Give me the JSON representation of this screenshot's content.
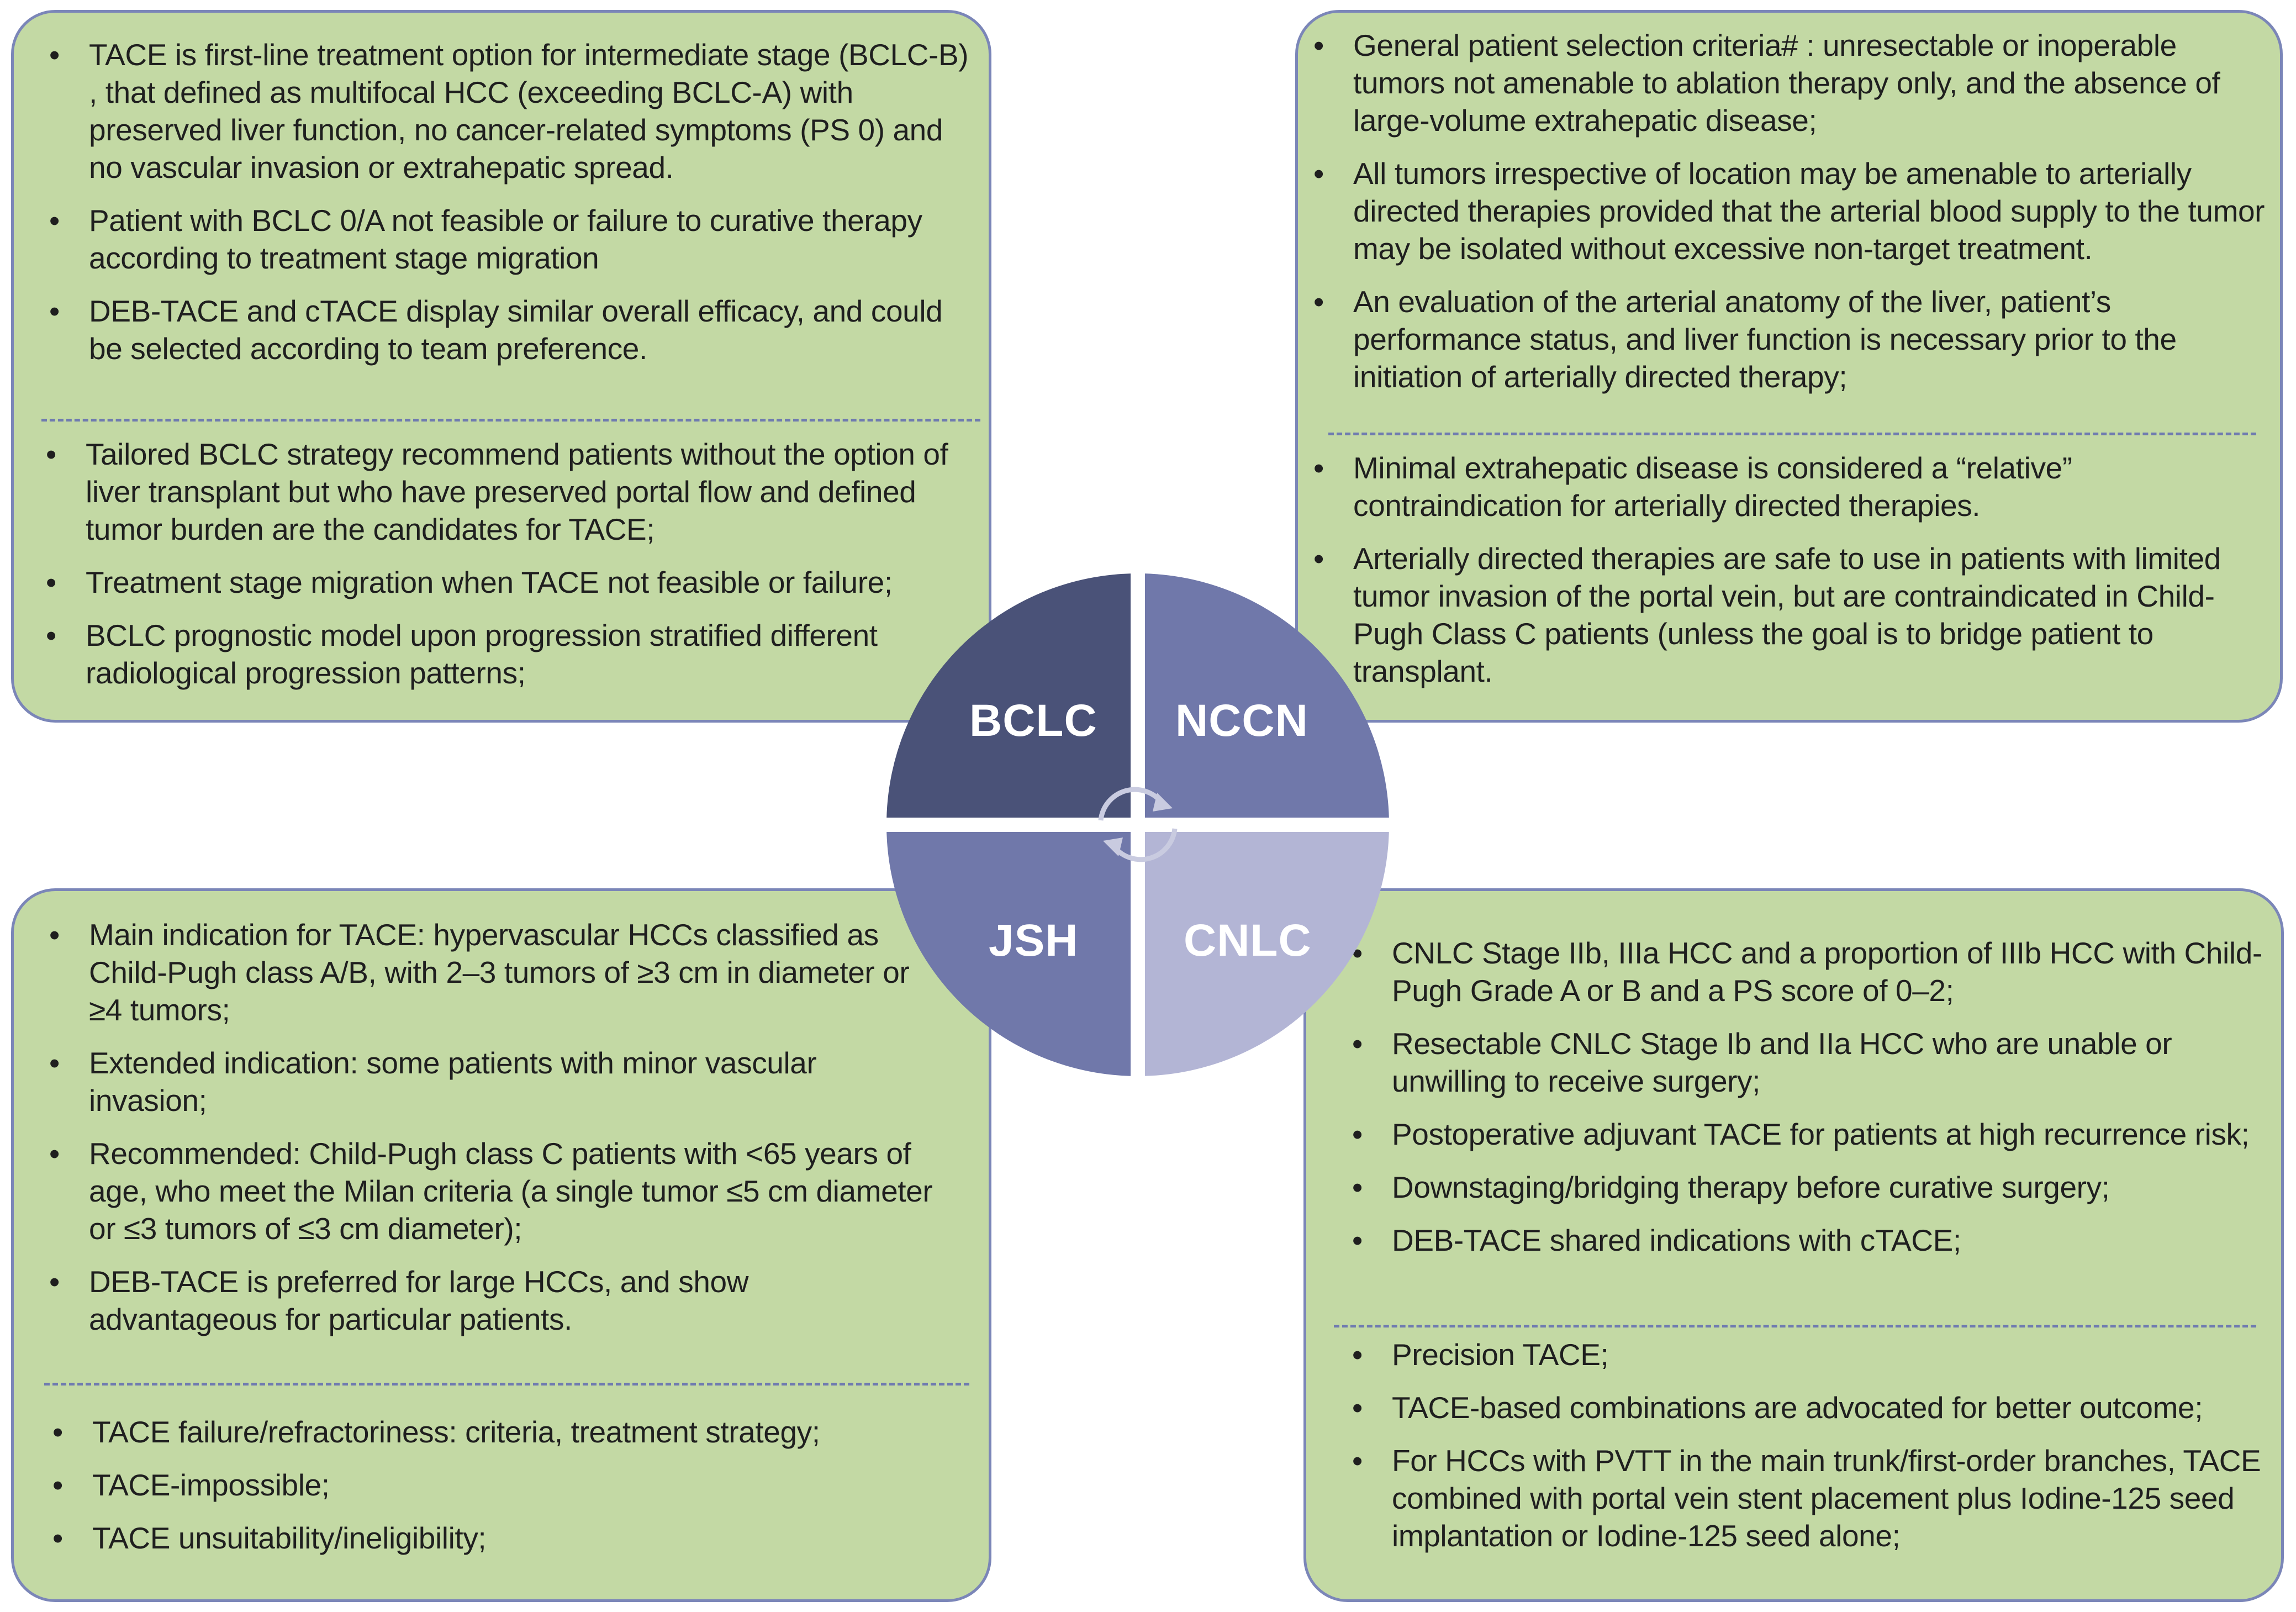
{
  "hub": {
    "quadrants": {
      "bclc": "BCLC",
      "nccn": "NCCN",
      "jsh": "JSH",
      "cnlc": "CNLC"
    },
    "icon": "cycle-arrows-icon"
  },
  "panels": {
    "bclc": {
      "upper": [
        "TACE is first-line treatment option for intermediate stage (BCLC-B) , that defined as multifocal HCC (exceeding BCLC-A) with preserved liver function, no cancer-related symptoms (PS 0) and no vascular invasion or extrahepatic spread.",
        "Patient with BCLC 0/A not feasible or failure to curative therapy according to treatment stage migration",
        "DEB-TACE and cTACE display similar overall efficacy, and could be selected according to team preference."
      ],
      "lower": [
        "Tailored BCLC strategy recommend patients without the option of liver transplant but who have preserved portal flow and defined tumor burden are the candidates for TACE;",
        "Treatment stage migration when TACE not feasible or failure;",
        "BCLC prognostic model upon progression stratified different radiological progression patterns;"
      ]
    },
    "nccn": {
      "upper": [
        "General patient selection criteria# : unresectable or inoperable tumors not amenable to ablation therapy only, and the absence of large-volume extrahepatic disease;",
        "All tumors irrespective of location may be amenable to arterially directed therapies provided that the arterial blood supply to the tumor may be isolated without excessive non-target treatment.",
        "An evaluation of the arterial anatomy of the liver, patient’s performance status, and liver function is necessary prior to the initiation of arterially directed therapy;"
      ],
      "lower": [
        "Minimal extrahepatic disease is considered a “relative” contraindication for arterially directed therapies.",
        "Arterially directed therapies are safe to use in patients with limited tumor invasion of the portal vein, but are contraindicated in Child-Pugh Class C patients (unless the goal is to bridge patient to transplant."
      ]
    },
    "jsh": {
      "upper": [
        "Main indication for TACE: hypervascular HCCs classified as Child-Pugh class A/B, with 2–3 tumors of ≥3 cm in diameter or ≥4 tumors;",
        "Extended indication: some patients with minor vascular invasion;",
        "Recommended: Child-Pugh class C patients with <65 years of age, who meet the Milan criteria (a single tumor ≤5 cm diameter or ≤3 tumors of ≤3 cm diameter);",
        "DEB-TACE is preferred for large HCCs, and show advantageous for particular patients."
      ],
      "lower": [
        "TACE failure/refractoriness: criteria, treatment strategy;",
        "TACE-impossible;",
        "TACE unsuitability/ineligibility;"
      ]
    },
    "cnlc": {
      "upper": [
        "CNLC Stage IIb, IIIa HCC and a proportion of IIIb HCC with Child-Pugh Grade A or B and a PS score of 0–2;",
        "Resectable CNLC Stage Ib and IIa HCC who are unable or unwilling to receive surgery;",
        "Postoperative adjuvant TACE for patients at high recurrence risk;",
        "Downstaging/bridging therapy before curative surgery;",
        "DEB-TACE shared indications with cTACE;"
      ],
      "lower": [
        "Precision TACE;",
        "TACE-based combinations are advocated for better outcome;",
        "For HCCs with PVTT in the main trunk/first-order branches, TACE combined with portal vein stent placement plus Iodine-125 seed implantation or Iodine-125 seed alone;"
      ]
    }
  },
  "bullet_char": "•",
  "colors": {
    "panel_fill": "#c3d9a4",
    "panel_border": "#7b86b8",
    "bclc": "#4a5278",
    "nccn": "#7078aa",
    "jsh": "#7078aa",
    "cnlc": "#b3b5d5"
  }
}
